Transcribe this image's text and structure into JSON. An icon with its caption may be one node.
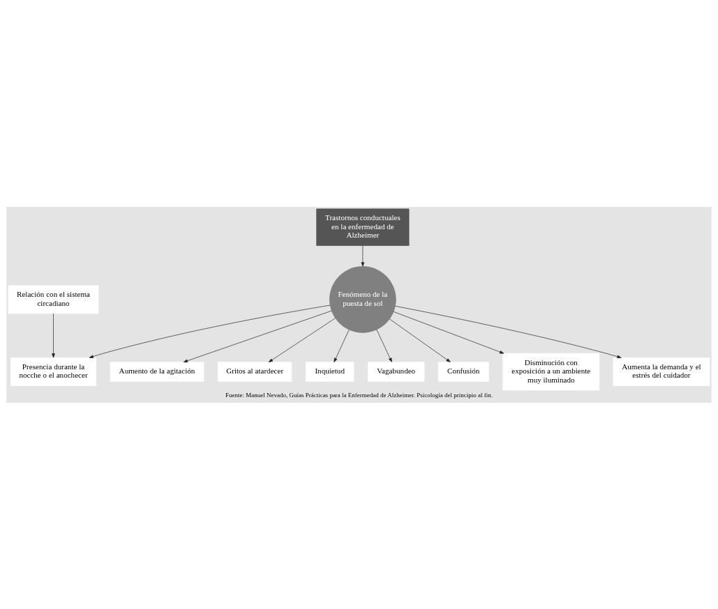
{
  "diagram": {
    "caption": "Fuente: Manuel Nevado, Guías Prácticas para la Enfermedad de Alzheimer. Psicología del principio al fin.",
    "nodes": [
      {
        "text": [
          "Trastornos conductuales en la enfermedad de Alzheimer"
        ]
      },
      {
        "text": [
          "Aumento de la agitación"
        ]
      },
      {
        "text": [
          "Gritos al atardecer"
        ]
      },
      {
        "text": [
          "Inquietud"
        ]
      },
      {
        "text": [
          "Presencia durante la nocche o el anochecer"
        ]
      },
      {
        "text": [
          "Fenómeno de la puesta de sol"
        ]
      },
      {
        "text": [
          "Vagabundeo"
        ]
      },
      {
        "text": [
          "Confusión"
        ]
      },
      {
        "text": [
          "Disminución con exposición a un ambiente muy iluminado"
        ]
      },
      {
        "text": [
          "Relación con el sistema circadiano"
        ]
      },
      {
        "text": [
          "Aumenta la demanda y el estrés del cuidador"
        ]
      }
    ],
    "edges": [
      {
        "from": 0,
        "to": 5,
        "arrow": "to"
      },
      {
        "from": 5,
        "to": 1,
        "arrow": "to"
      },
      {
        "from": 5,
        "to": 4,
        "arrow": "to"
      },
      {
        "from": 5,
        "to": 2,
        "arrow": "to"
      },
      {
        "from": 5,
        "to": 3,
        "arrow": "to"
      },
      {
        "from": 5,
        "to": 6,
        "arrow": "to"
      },
      {
        "from": 5,
        "to": 7,
        "arrow": "to"
      },
      {
        "from": 5,
        "to": 8,
        "arrow": "to"
      },
      {
        "from": 9,
        "to": 4,
        "arrow": "to"
      },
      {
        "from": 5,
        "to": 10,
        "arrow": "to"
      }
    ]
  }
}
